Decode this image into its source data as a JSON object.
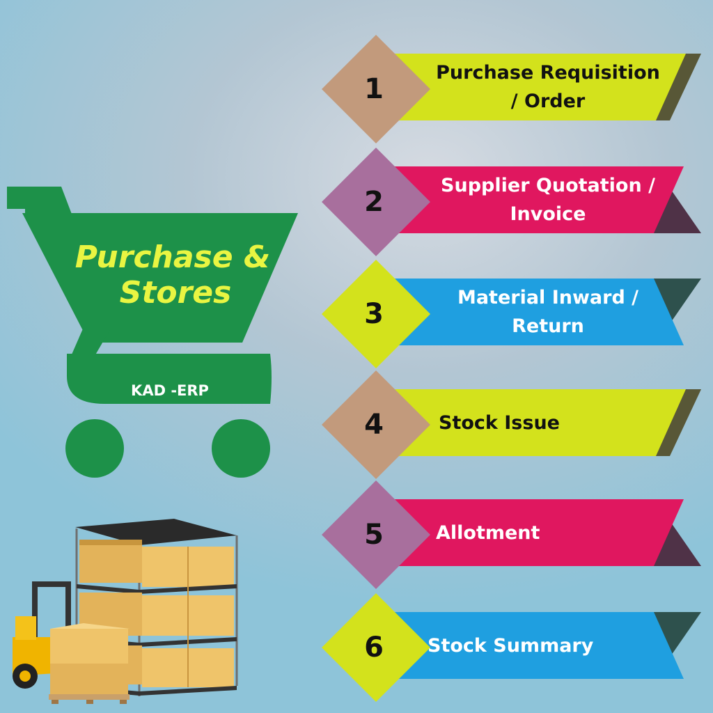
{
  "logo": {
    "title_line1": "Purchase &",
    "title_line2": "Stores",
    "subtitle": "KAD -ERP"
  },
  "colors": {
    "cart_green": "#1d9149",
    "logo_text_yellow": "#e9f542",
    "lime": "#d3e21c",
    "magenta": "#e0175f",
    "sky_blue": "#1f9fe0",
    "tan": "#c29a7c",
    "violet": "#a86f9d",
    "shadow_olive": "#585737",
    "shadow_plum": "#4f3247",
    "shadow_teal": "#2e514d"
  },
  "steps": [
    {
      "number": "1",
      "label_line1": "Purchase Requisition",
      "label_line2": "/ Order"
    },
    {
      "number": "2",
      "label_line1": "Supplier Quotation /",
      "label_line2": "Invoice"
    },
    {
      "number": "3",
      "label_line1": "Material Inward /",
      "label_line2": "Return"
    },
    {
      "number": "4",
      "label_line1": "Stock Issue"
    },
    {
      "number": "5",
      "label_line1": "Allotment"
    },
    {
      "number": "6",
      "label_line1": "Stock Summary"
    }
  ],
  "icons": [
    "shopping-cart-icon",
    "warehouse-shelf-icon",
    "forklift-icon"
  ]
}
